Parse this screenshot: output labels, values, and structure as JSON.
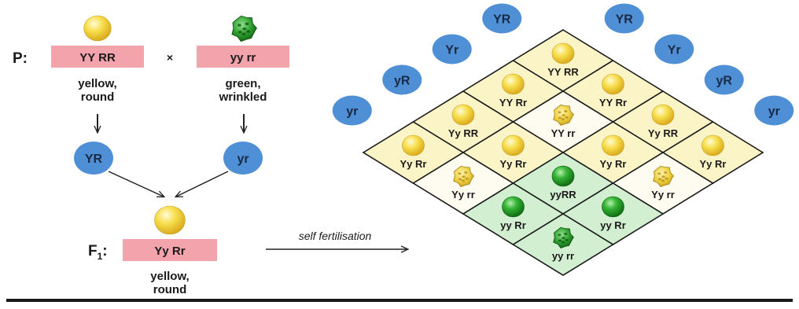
{
  "colors": {
    "pea_yellow": "#f7de4c",
    "pea_green": "#2fa82f",
    "pea_green_dark": "#137a13",
    "gamete_blue": "#4f8fd6",
    "genotype_box": "#f2a3ab",
    "cell_yellow": "#fbf4c6",
    "cell_green": "#d3efd1",
    "cell_light": "#fefcf0",
    "bottom_bar": "#1a1a1a"
  },
  "parental": {
    "label": "P:",
    "cross_symbol": "×",
    "parent1": {
      "genotype": "YY RR",
      "phenotype_line1": "yellow,",
      "phenotype_line2": "round",
      "pea": "yellow-round"
    },
    "parent2": {
      "genotype": "yy rr",
      "phenotype_line1": "green,",
      "phenotype_line2": "wrinkled",
      "pea": "green-wrinkled"
    },
    "gamete1": "YR",
    "gamete2": "yr"
  },
  "f1": {
    "label_main": "F",
    "label_sub": "1",
    "label_colon": ":",
    "genotype": "Yy Rr",
    "phenotype_line1": "yellow,",
    "phenotype_line2": "round",
    "pea": "yellow-round"
  },
  "arrow_text": "self fertilisation",
  "punnett": {
    "left_gametes": [
      "YR",
      "Yr",
      "yR",
      "yr"
    ],
    "right_gametes": [
      "YR",
      "Yr",
      "yR",
      "yr"
    ],
    "cells": [
      [
        {
          "g": "YY RR",
          "pea": "yellow-round",
          "bg": "yellow"
        },
        {
          "g": "YY Rr",
          "pea": "yellow-round",
          "bg": "yellow"
        },
        {
          "g": "Yy RR",
          "pea": "yellow-round",
          "bg": "yellow"
        },
        {
          "g": "Yy Rr",
          "pea": "yellow-round",
          "bg": "yellow"
        }
      ],
      [
        {
          "g": "YY Rr",
          "pea": "yellow-round",
          "bg": "yellow"
        },
        {
          "g": "YY rr",
          "pea": "yellow-wrinkled",
          "bg": "light"
        },
        {
          "g": "Yy Rr",
          "pea": "yellow-round",
          "bg": "yellow"
        },
        {
          "g": "Yy rr",
          "pea": "yellow-wrinkled",
          "bg": "light"
        }
      ],
      [
        {
          "g": "Yy RR",
          "pea": "yellow-round",
          "bg": "yellow"
        },
        {
          "g": "Yy Rr",
          "pea": "yellow-round",
          "bg": "yellow"
        },
        {
          "g": "yyRR",
          "pea": "green-round",
          "bg": "green"
        },
        {
          "g": "yy Rr",
          "pea": "green-round",
          "bg": "green"
        }
      ],
      [
        {
          "g": "Yy Rr",
          "pea": "yellow-round",
          "bg": "yellow"
        },
        {
          "g": "Yy rr",
          "pea": "yellow-wrinkled",
          "bg": "light"
        },
        {
          "g": "yy Rr",
          "pea": "green-round",
          "bg": "green"
        },
        {
          "g": "yy rr",
          "pea": "green-wrinkled",
          "bg": "green"
        }
      ]
    ]
  }
}
